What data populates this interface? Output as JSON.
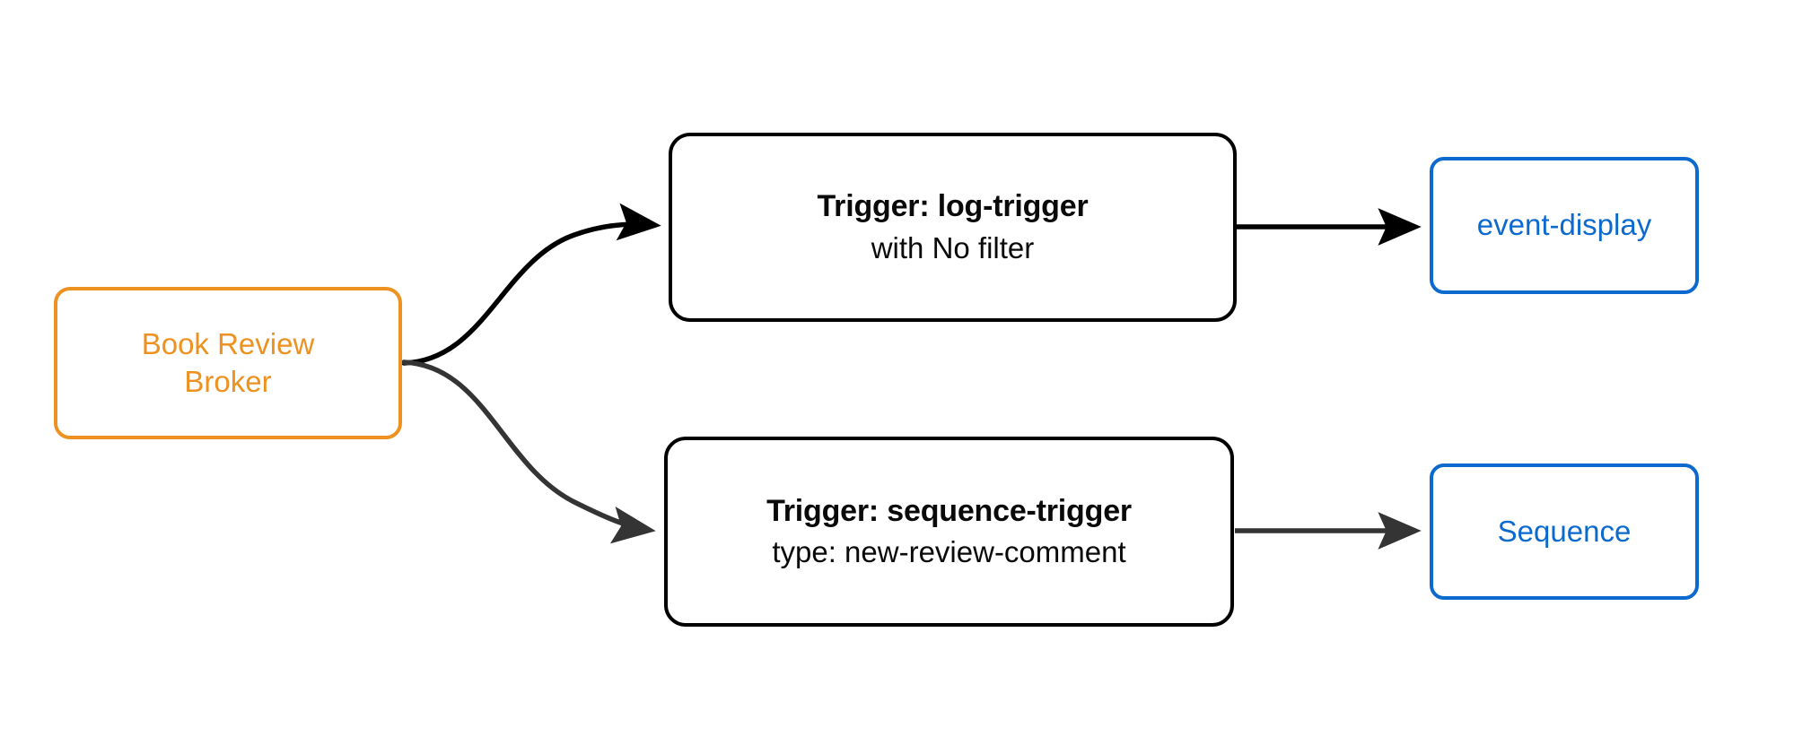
{
  "diagram": {
    "title": "Book Review Broker trigger routing",
    "background_color": "#ffffff",
    "colors": {
      "broker_orange": "#ED9121",
      "sink_blue": "#0C6ACF",
      "trigger_black": "#000000",
      "edge_black": "#000000",
      "edge_gray": "#343434"
    }
  },
  "nodes": {
    "broker": {
      "line1": "Book Review",
      "line2": "Broker"
    },
    "trigger_log": {
      "title": "Trigger: log-trigger",
      "subtitle": "with No filter"
    },
    "trigger_sequence": {
      "title": "Trigger: sequence-trigger",
      "subtitle": "type: new-review-comment"
    },
    "sink_event_display": {
      "label": "event-display"
    },
    "sink_sequence": {
      "label": "Sequence"
    }
  },
  "edges": [
    {
      "id": "broker-to-log-trigger",
      "from": "broker",
      "to": "trigger_log",
      "style": "curved",
      "color": "#000000",
      "label": ""
    },
    {
      "id": "broker-to-sequence-trigger",
      "from": "broker",
      "to": "trigger_sequence",
      "style": "curved",
      "color": "#343434",
      "label": ""
    },
    {
      "id": "log-trigger-to-event-display",
      "from": "trigger_log",
      "to": "sink_event_display",
      "style": "straight",
      "color": "#000000",
      "label": ""
    },
    {
      "id": "sequence-trigger-to-sequence",
      "from": "trigger_sequence",
      "to": "sink_sequence",
      "style": "straight",
      "color": "#343434",
      "label": ""
    }
  ]
}
